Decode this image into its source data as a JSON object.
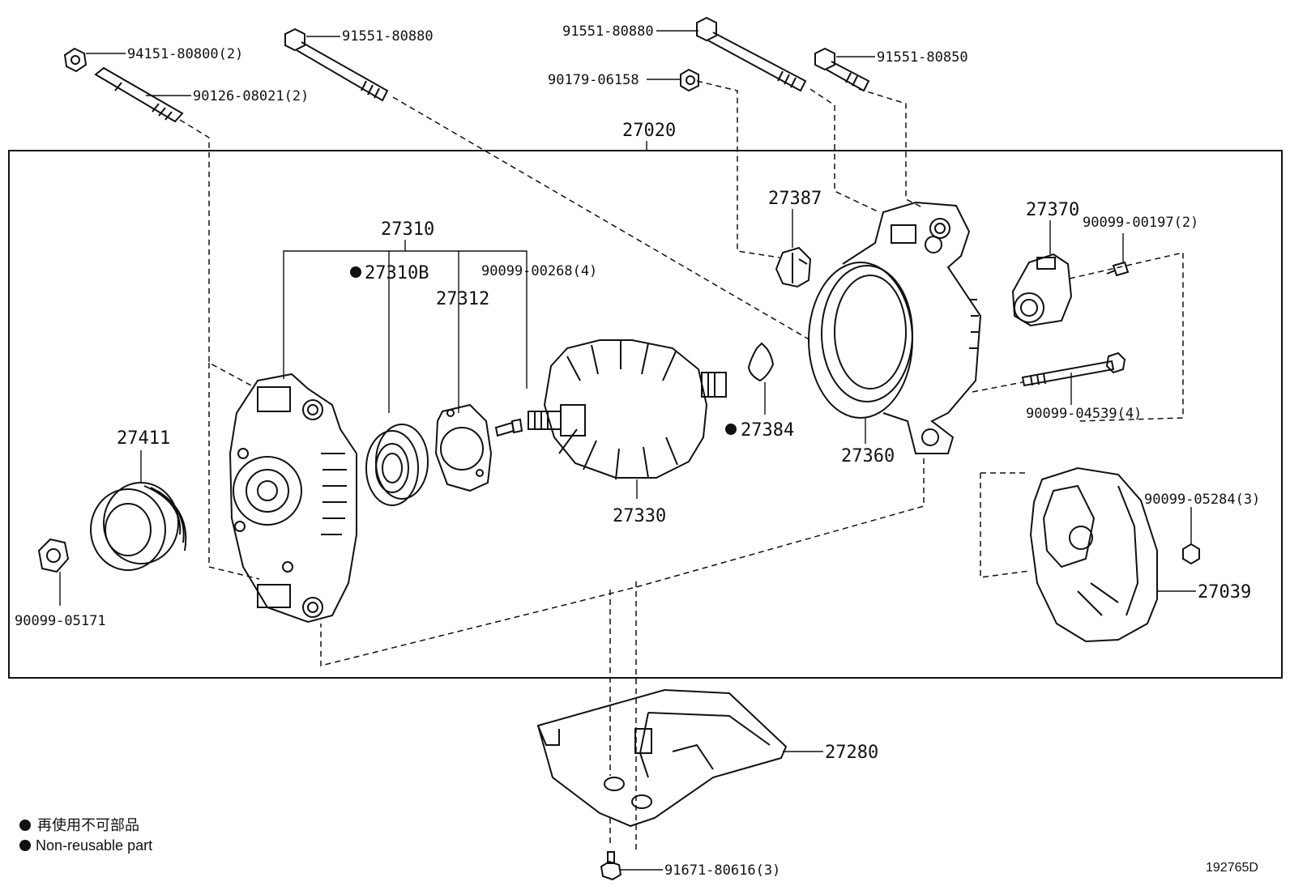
{
  "labels": {
    "l_94151": "94151-80800(2)",
    "l_90126": "90126-08021(2)",
    "l_91551a": "91551-80880",
    "l_91551b": "91551-80880",
    "l_90179": "90179-06158",
    "l_91551c": "91551-80850",
    "l_27020": "27020",
    "l_27310": "27310",
    "l_27310b": "27310B",
    "l_27312": "27312",
    "l_90099_268": "90099-00268(4)",
    "l_27387": "27387",
    "l_27370": "27370",
    "l_90099_197": "90099-00197(2)",
    "l_27411": "27411",
    "l_27384": "27384",
    "l_27360": "27360",
    "l_90099_539": "90099-04539(4)",
    "l_27330": "27330",
    "l_90099_284": "90099-05284(3)",
    "l_27039": "27039",
    "l_90099_171": "90099-05171",
    "l_27280": "27280",
    "l_91671": "91671-80616(3)"
  },
  "legend": {
    "jp": "再使用不可部品",
    "en": "Non-reusable part"
  },
  "figure_id": "192765D"
}
